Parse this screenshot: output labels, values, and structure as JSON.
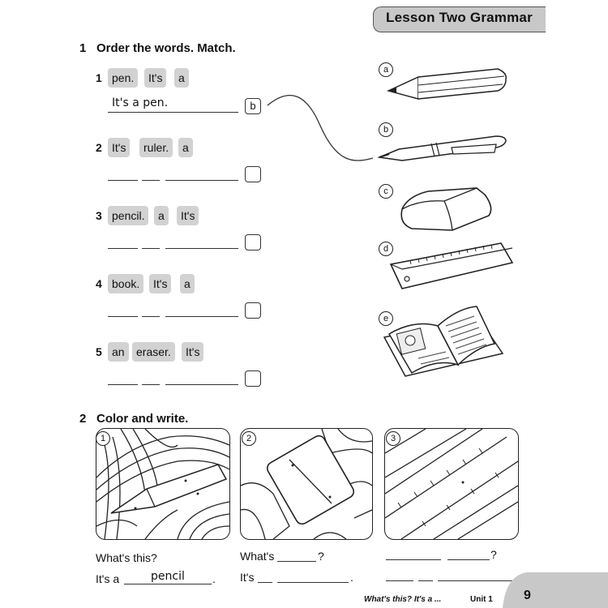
{
  "header": {
    "title": "Lesson Two Grammar"
  },
  "section1": {
    "number": "1",
    "title": "Order the words. Match.",
    "items": [
      {
        "num": "1",
        "chips": [
          "pen.",
          "It's",
          "a"
        ],
        "answer": "It's a pen.",
        "box": "b"
      },
      {
        "num": "2",
        "chips": [
          "It's",
          "ruler.",
          "a"
        ],
        "answer": "",
        "box": ""
      },
      {
        "num": "3",
        "chips": [
          "pencil.",
          "a",
          "It's"
        ],
        "answer": "",
        "box": ""
      },
      {
        "num": "4",
        "chips": [
          "book.",
          "It's",
          "a"
        ],
        "answer": "",
        "box": ""
      },
      {
        "num": "5",
        "chips": [
          "an",
          "eraser.",
          "It's"
        ],
        "answer": "",
        "box": ""
      }
    ],
    "pictures": [
      {
        "letter": "a",
        "icon": "pencil-icon"
      },
      {
        "letter": "b",
        "icon": "pen-icon"
      },
      {
        "letter": "c",
        "icon": "eraser-icon"
      },
      {
        "letter": "d",
        "icon": "ruler-icon"
      },
      {
        "letter": "e",
        "icon": "book-icon"
      }
    ]
  },
  "section2": {
    "number": "2",
    "title": "Color and write.",
    "panels": [
      "1",
      "2",
      "3"
    ],
    "q1": {
      "question": "What's this?",
      "answer_prefix": "It's a",
      "answer": "pencil",
      "end": "."
    },
    "q2": {
      "question_prefix": "What's",
      "question_end": "?",
      "answer_prefix": "It's",
      "end": "."
    },
    "q3": {
      "question_end": "?",
      "end": "."
    }
  },
  "footer": {
    "text": "What's this? It's a ...",
    "unit": "Unit 1",
    "page": "9"
  }
}
